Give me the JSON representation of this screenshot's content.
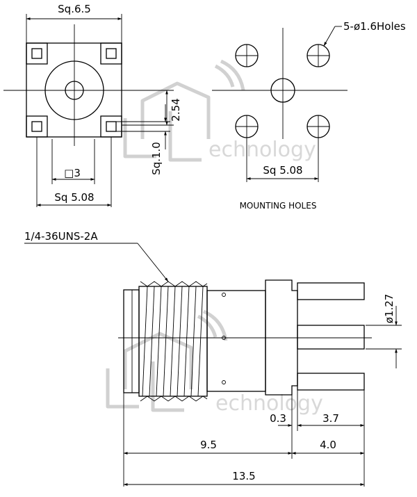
{
  "top_view": {
    "width_label": "Sq.6.5",
    "pitch_label": "2.54",
    "pad_label": "Sq.1.0",
    "center_label": "□3",
    "pitch_square_label": "Sq 5.08"
  },
  "mounting_holes": {
    "holes_label": "5-ø1.6Holes",
    "pitch_label": "Sq 5.08",
    "title": "MOUNTING HOLES"
  },
  "side_view": {
    "thread_label": "1/4-36UNS-2A",
    "pin_dia_label": "ø1.27",
    "dim_gap": "0.3",
    "dim_pin": "3.7",
    "dim_body": "9.5",
    "dim_tail": "4.0",
    "dim_total": "13.5"
  },
  "watermark": {
    "text": "echnology"
  }
}
